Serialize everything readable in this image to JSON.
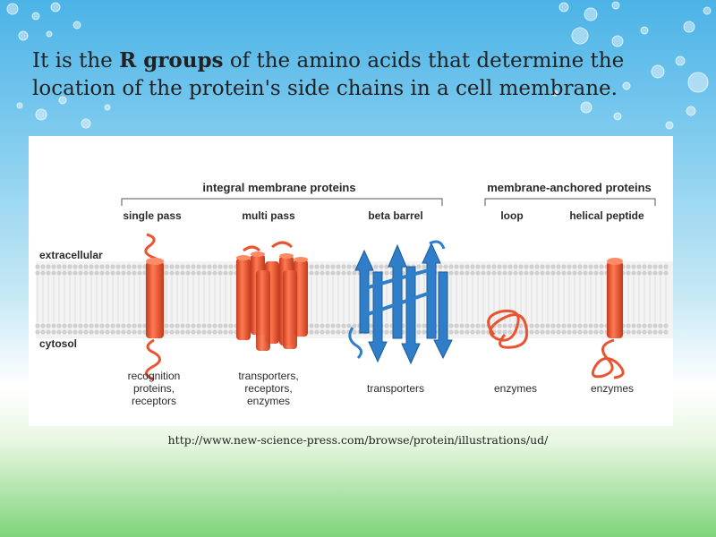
{
  "slide": {
    "title_part1": "It is the ",
    "title_bold": "R groups",
    "title_part2": " of the amino acids that determine the location of the protein's side chains in a cell membrane.",
    "source_url": "http://www.new-science-press.com/browse/protein/illustrations/ud/"
  },
  "figure": {
    "group_integral": "integral membrane proteins",
    "group_anchored": "membrane-anchored proteins",
    "columns": {
      "single_pass": "single pass",
      "multi_pass": "multi pass",
      "beta_barrel": "beta barrel",
      "loop": "loop",
      "helical_peptide": "helical peptide"
    },
    "side_labels": {
      "extracellular": "extracellular",
      "cytosol": "cytosol"
    },
    "functions": {
      "single_pass": [
        "recognition",
        "proteins,",
        "receptors"
      ],
      "multi_pass": [
        "transporters,",
        "receptors,",
        "enzymes"
      ],
      "beta_barrel": [
        "transporters"
      ],
      "loop": [
        "enzymes"
      ],
      "helical_peptide": [
        "enzymes"
      ]
    },
    "colors": {
      "helix": "#e8542f",
      "beta": "#2f7ec9",
      "membrane": "#d0d0d0",
      "text": "#2a2a2a"
    }
  }
}
